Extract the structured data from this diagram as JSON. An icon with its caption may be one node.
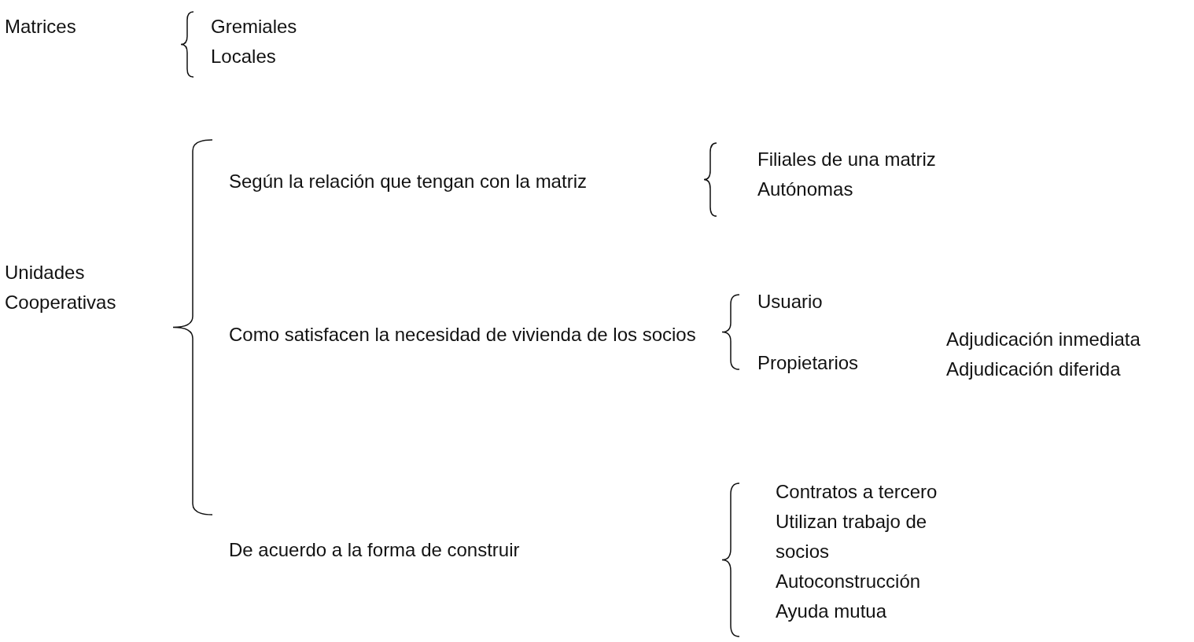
{
  "diagram": {
    "labels": [
      "Matrices",
      "Gremiales",
      "Locales",
      "Unidades Cooperativas",
      "Según la relación que tengan con la matriz",
      "Filiales de una matriz",
      "Autónomas",
      "Como satisfacen la necesidad de vivienda de los socios",
      "Usuario",
      "Propietarios",
      "Adjudicación inmediata",
      "Adjudicación diferida",
      "De acuerdo a la forma de construir",
      "Contratos a tercero",
      "Utilizan trabajo de socios",
      "Autoconstrucción",
      "Ayuda mutua"
    ]
  }
}
